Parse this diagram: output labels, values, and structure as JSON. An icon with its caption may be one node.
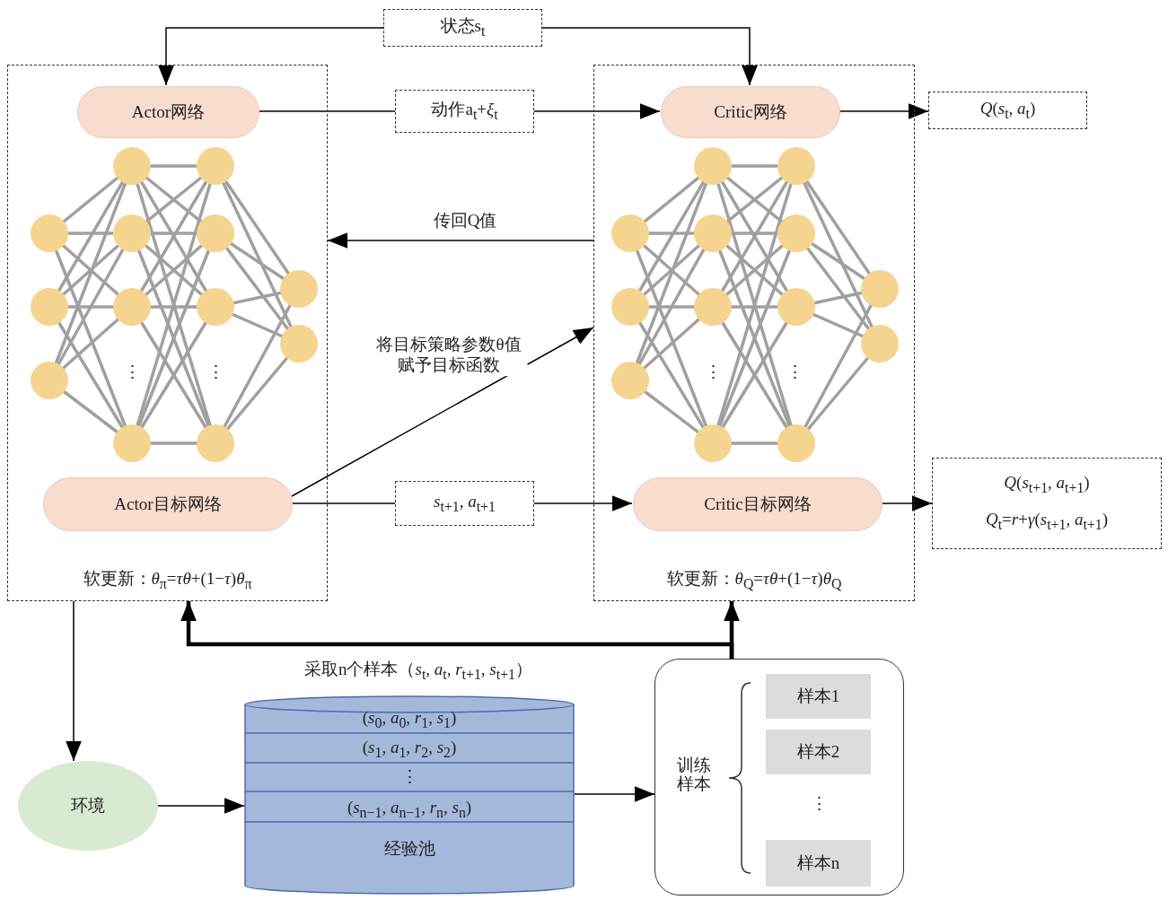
{
  "diagram": {
    "nodes": [
      {
        "text": [
          "软更新：*θ*$_{π}$=*τθ*+(1−*τ*)*θ*$_{π}$"
        ]
      },
      {
        "text": [
          "Actor网络"
        ],
        "in": 0
      },
      {
        "text": [
          "Actor目标网络"
        ],
        "in": 0
      },
      {
        "text": [
          "软更新：*θ*$_{Q}$=*τθ*+(1−*τ*)*θ*$_{Q}$"
        ]
      },
      {
        "text": [
          "Critic网络"
        ],
        "in": 3
      },
      {
        "text": [
          "Critic目标网络"
        ],
        "in": 3
      },
      {
        "text": [
          "状态s$_{t}$"
        ]
      },
      {
        "text": [
          "动作a$_{t}$+*ξ*$_{t}$"
        ]
      },
      {
        "text": [
          "*Q*(*s*$_{t}$, *a*$_{t}$)"
        ]
      },
      {
        "text": [
          "*s*$_{t+1}$, *a*$_{t+1}$"
        ]
      },
      {
        "text": [
          "*Q*(*s*$_{t+1}$, *a*$_{t+1}$)",
          "*Q*$_{t}$=*r*+*γ*(*s*$_{t+1}$, *a*$_{t+1}$)"
        ]
      },
      {
        "text": [
          "环境"
        ]
      },
      {
        "text": [
          "(*s*$_{0}$, *a*$_{0}$, *r*$_{1}$, *s*$_{1}$)",
          "(*s*$_{1}$, *a*$_{1}$, *r*$_{2}$, *s*$_{2}$)",
          "⋮",
          "(*s*$_{n−1}$, *a*$_{n−1}$, *r*$_{n}$, *s*$_{n}$)",
          "经验池"
        ]
      },
      {
        "text": [
          "训练样本"
        ]
      },
      {
        "text": [
          "样本1"
        ],
        "in": 13
      },
      {
        "text": [
          "样本2"
        ],
        "in": 13
      },
      {
        "text": [
          "样本n"
        ],
        "in": 13
      }
    ],
    "edges": [
      {
        "from": 6,
        "to": 1,
        "arrow": "to"
      },
      {
        "from": 6,
        "to": 4,
        "arrow": "to"
      },
      {
        "from": 1,
        "to": 7,
        "arrow": "none"
      },
      {
        "from": 7,
        "to": 4,
        "arrow": "to"
      },
      {
        "from": 4,
        "to": 8,
        "arrow": "to"
      },
      {
        "from": 3,
        "to": 0,
        "arrow": "to",
        "label": "传回Q值"
      },
      {
        "from": 2,
        "to": 3,
        "arrow": "to",
        "label": "将目标策略参数θ值赋予目标函数"
      },
      {
        "from": 2,
        "to": 9,
        "arrow": "none"
      },
      {
        "from": 9,
        "to": 5,
        "arrow": "to"
      },
      {
        "from": 5,
        "to": 10,
        "arrow": "to"
      },
      {
        "from": 0,
        "to": 11,
        "arrow": "to"
      },
      {
        "from": 11,
        "to": 12,
        "arrow": "to"
      },
      {
        "from": 12,
        "to": 13,
        "arrow": "to"
      },
      {
        "from": 13,
        "to": 0,
        "arrow": "to",
        "style": "thick"
      },
      {
        "from": 13,
        "to": 3,
        "arrow": "to",
        "style": "thick"
      }
    ],
    "labels": [
      "⋮",
      "⋮",
      "⋮",
      "⋮",
      "采取n个样本（*s*$_{t}$, *a*$_{t}$, *r*$_{t+1}$, *s*$_{t+1}$）",
      "⋮"
    ]
  }
}
